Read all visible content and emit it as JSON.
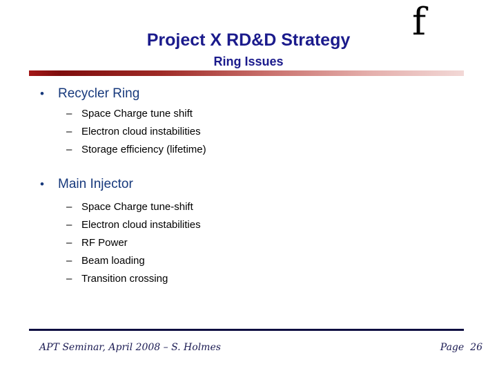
{
  "slide": {
    "title": "Project X RD&D Strategy",
    "subtitle": "Ring Issues",
    "logo_glyph": "f"
  },
  "colors": {
    "title_text": "#1b1b8c",
    "heading_text": "#17397c",
    "body_text": "#000000",
    "rule_gradient_start": "#7e0d0d",
    "rule_gradient_end": "#f2d8d6",
    "footer_rule": "#0d0d40",
    "footer_text": "#1a1a52"
  },
  "bullets": [
    {
      "marker": "•",
      "label": "Recycler Ring",
      "items": [
        {
          "marker": "–",
          "text": "Space Charge tune shift"
        },
        {
          "marker": "–",
          "text": "Electron cloud instabilities"
        },
        {
          "marker": "–",
          "text": "Storage efficiency (lifetime)"
        }
      ]
    },
    {
      "marker": "•",
      "label": "Main Injector",
      "items": [
        {
          "marker": "–",
          "text": "Space Charge tune-shift"
        },
        {
          "marker": "–",
          "text": "Electron cloud instabilities"
        },
        {
          "marker": "–",
          "text": "RF Power"
        },
        {
          "marker": "–",
          "text": "Beam loading"
        },
        {
          "marker": "–",
          "text": "Transition crossing"
        }
      ]
    }
  ],
  "footer": {
    "left": "APT Seminar, April 2008 – S. Holmes",
    "page_label": "Page",
    "page_number": "26"
  }
}
